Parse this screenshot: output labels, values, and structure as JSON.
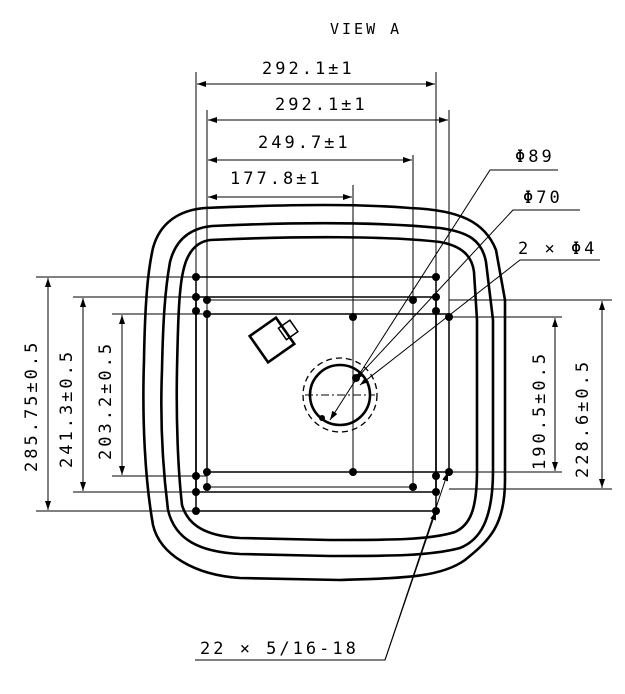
{
  "title": "VIEW A",
  "dimensions": {
    "w_outer": "292.1±1",
    "w_outer_2": "292.1±1",
    "w_mid": "249.7±1",
    "w_inner": "177.8±1",
    "h_outer": "285.75±0.5",
    "h_mid": "241.3±0.5",
    "h_inner": "203.2±0.5",
    "h_right_inner": "190.5±0.5",
    "h_right_outer": "228.6±0.5"
  },
  "callouts": {
    "dia89": "Φ89",
    "dia70": "Φ70",
    "holes2": "2 × Φ4",
    "threads": "22 × 5/16-18"
  }
}
